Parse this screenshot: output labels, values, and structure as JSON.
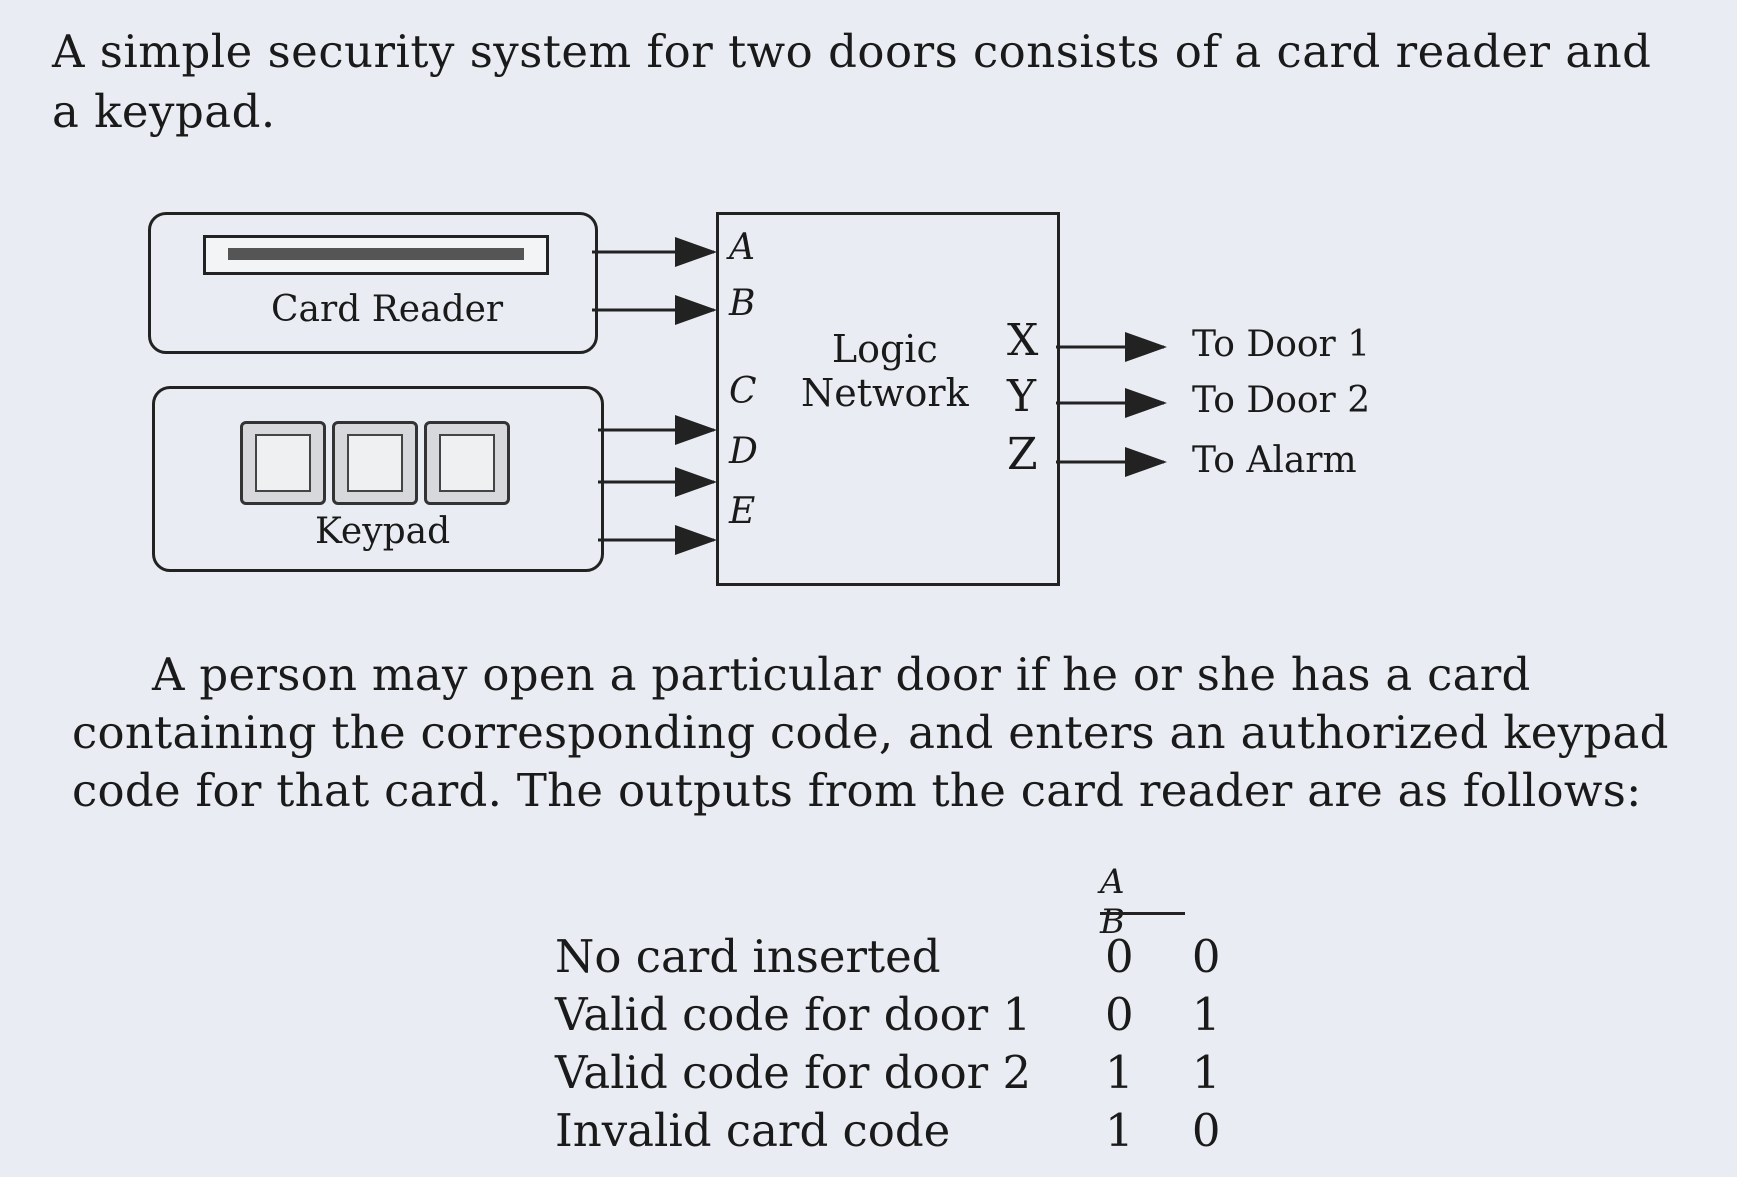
{
  "intro": "A simple security system for two doors consists of a card reader and a keypad.",
  "diagram": {
    "card_reader_label": "Card Reader",
    "keypad_label": "Keypad",
    "logic_label_line1": "Logic",
    "logic_label_line2": "Network",
    "inputs": [
      "A",
      "B",
      "C",
      "D",
      "E"
    ],
    "outputs": [
      {
        "pin": "X",
        "text": "To Door 1"
      },
      {
        "pin": "Y",
        "text": "To Door 2"
      },
      {
        "pin": "Z",
        "text": "To Alarm"
      }
    ]
  },
  "paragraph": "A person may open a particular door if he or she has a card containing the corresponding code, and enters an authorized keypad code for that card. The outputs from the card reader are as follows:",
  "code_table": {
    "header": "A B",
    "rows": [
      {
        "label": "No card inserted",
        "value": "0 0"
      },
      {
        "label": "Valid code for door 1",
        "value": "0 1"
      },
      {
        "label": "Valid code for door 2",
        "value": "1 1"
      },
      {
        "label": "Invalid card code",
        "value": "1 0"
      }
    ]
  }
}
